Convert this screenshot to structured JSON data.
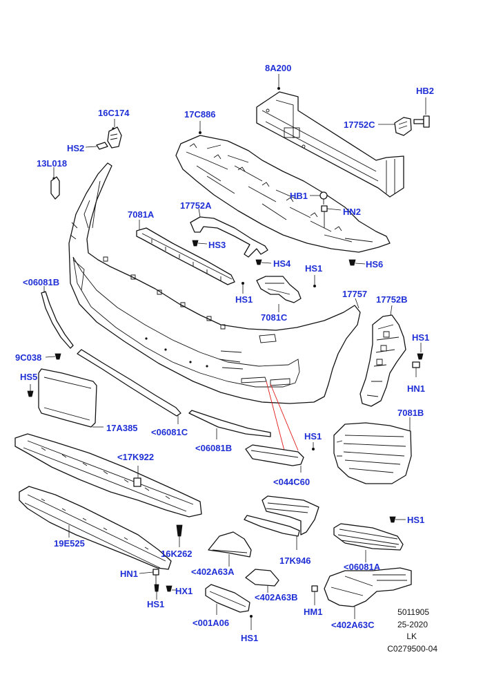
{
  "callouts": {
    "c8a200": "8A200",
    "hb2": "HB2",
    "c16c174": "16C174",
    "c17c886": "17C886",
    "c17752c": "17752C",
    "hs2": "HS2",
    "c13l018": "13L018",
    "hb1": "HB1",
    "hn2": "HN2",
    "c17752a": "17752A",
    "c7081a": "7081A",
    "hs3": "HS3",
    "hs4": "HS4",
    "hs6": "HS6",
    "hs1_a": "HS1",
    "c06081b_a": "<06081B",
    "hs1_b": "HS1",
    "c17757": "17757",
    "c17752b": "17752B",
    "c7081c": "7081C",
    "hs1_c": "HS1",
    "c9c038": "9C038",
    "hn1_a": "HN1",
    "hs5": "HS5",
    "c7081b": "7081B",
    "c17a385": "17A385",
    "c06081c": "<06081C",
    "c06081b_b": "<06081B",
    "hs1_d": "HS1",
    "c17k922": "<17K922",
    "c044c60": "<044C60",
    "hs1_e": "HS1",
    "c19e525": "19E525",
    "c16k262": "16K262",
    "c17k946": "17K946",
    "c06081a": "<06081A",
    "c402a63a": "<402A63A",
    "hn1_b": "HN1",
    "hx1": "HX1",
    "c402a63b": "<402A63B",
    "hs1_f": "HS1",
    "hm1": "HM1",
    "c001a06": "<001A06",
    "c402a63c": "<402A63C",
    "hs1_g": "HS1"
  },
  "meta": {
    "code1": "5011905",
    "date": "25-2020",
    "initials": "LK",
    "ref": "C0279500-04"
  }
}
